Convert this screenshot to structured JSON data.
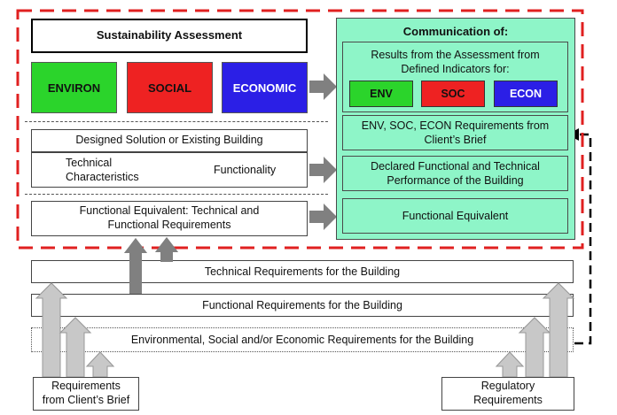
{
  "assessment": {
    "title": "Sustainability Assessment",
    "pillars": [
      {
        "label": "ENVIRON",
        "color": "#2bd42b",
        "text_color": "#000000"
      },
      {
        "label": "SOCIAL",
        "color": "#ee2222",
        "text_color": "#000000"
      },
      {
        "label": "ECONOMIC",
        "color": "#2b1fe6",
        "text_color": "#ffffff"
      }
    ]
  },
  "building": {
    "solution": "Designed Solution or Existing Building",
    "technical": "Technical Characteristics",
    "functionality": "Functionality",
    "functional_equivalent": "Functional Equivalent: Technical and Functional Requirements"
  },
  "communication": {
    "title": "Communication of:",
    "results": "Results from the Assessment from Defined Indicators for:",
    "chips": [
      {
        "label": "ENV",
        "color": "#2bd42b",
        "text_color": "#000000"
      },
      {
        "label": "SOC",
        "color": "#ee2222",
        "text_color": "#000000"
      },
      {
        "label": "ECON",
        "color": "#2b1fe6",
        "text_color": "#ffffff"
      }
    ],
    "requirements": "ENV, SOC, ECON Requirements from Client’s Brief",
    "declared": "Declared Functional and Technical Performance of the Building",
    "functional_equivalent": "Functional Equivalent"
  },
  "requirements": {
    "technical": "Technical Requirements for the Building",
    "functional": "Functional Requirements for the Building",
    "environmental": "Environmental, Social and/or Economic Requirements for the Building",
    "client_brief": "Requirements from Client’s Brief",
    "regulatory": "Regulatory Requirements"
  },
  "colors": {
    "dashed_frame": "#e02020",
    "communication_panel": "#8ef5c8",
    "arrow_dark": "#808080",
    "arrow_light": "#c8c8c8"
  }
}
